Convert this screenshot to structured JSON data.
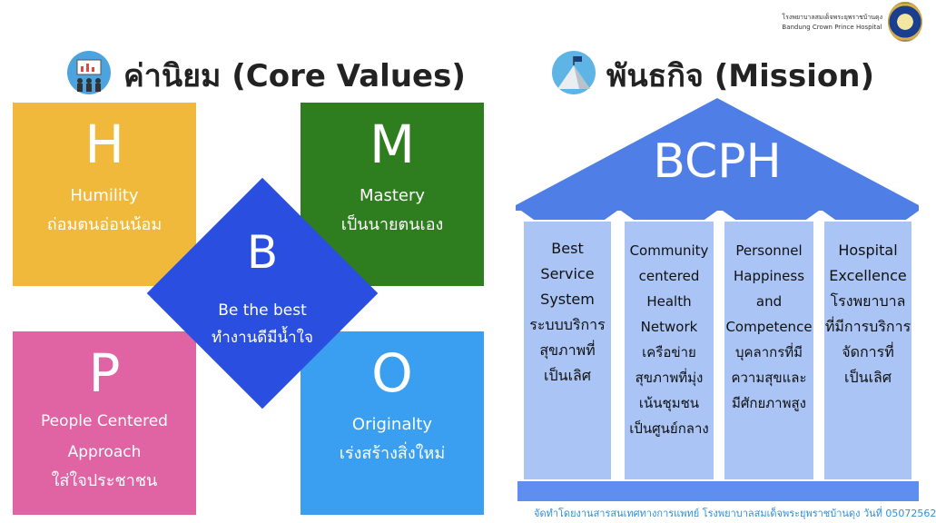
{
  "header": {
    "hospital_th": "โรงพยาบาลสมเด็จพระยุพราชบ้านดุง",
    "hospital_en": "Bandung Crown Prince Hospital"
  },
  "core_values": {
    "title": "ค่านิยม (Core Values)",
    "icon": "presentation-icon",
    "items": [
      {
        "letter": "H",
        "en": "Humility",
        "th": "ถ่อมตนอ่อนน้อม",
        "color": "#f0b93c"
      },
      {
        "letter": "M",
        "en": "Mastery",
        "th": "เป็นนายตนเอง",
        "color": "#2e7d1f"
      },
      {
        "letter": "P",
        "en": "People Centered",
        "en2": "Approach",
        "th": "ใส่ใจประชาชน",
        "color": "#e063a4"
      },
      {
        "letter": "O",
        "en": "Originalty",
        "th": "เร่งสร้างสิ่งใหม่",
        "color": "#3a9ff0"
      }
    ],
    "center": {
      "letter": "B",
      "en": "Be the best",
      "th": "ทำงานดีมีน้ำใจ",
      "color": "#2a4fe0"
    }
  },
  "mission": {
    "title": "พันธกิจ (Mission)",
    "icon": "mountain-flag-icon",
    "roof_label": "BCPH",
    "colors": {
      "roof": "#4f7fe6",
      "column": "#a9c4f5",
      "cap": "#5d8ef0"
    },
    "pillars": [
      {
        "lines": [
          "Best",
          "Service",
          "System",
          "ระบบบริการ",
          "สุขภาพที่",
          "เป็นเลิศ"
        ]
      },
      {
        "lines": [
          "Community",
          "centered",
          "Health",
          "Network",
          "เครือข่าย",
          "สุขภาพที่มุ่ง",
          "เน้นชุมชน",
          "เป็นศูนย์กลาง"
        ]
      },
      {
        "lines": [
          "Personnel",
          "Happiness",
          "and",
          "Competence",
          "บุคลากรที่มี",
          "ความสุขและ",
          "มีศักยภาพสูง"
        ]
      },
      {
        "lines": [
          "Hospital",
          "Excellence",
          "โรงพยาบาล",
          "ที่มีการบริการ",
          "จัดการที่",
          "เป็นเลิศ"
        ]
      }
    ]
  },
  "footer": {
    "note": "จัดทำโดยงานสารสนเทศทางการแพทย์ โรงพยาบาลสมเด็จพระยุพราชบ้านดุง วันที่ 05072562"
  }
}
